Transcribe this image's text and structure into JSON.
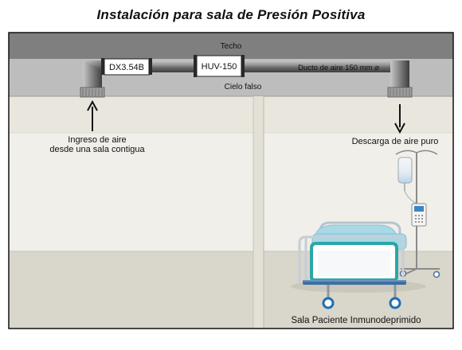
{
  "title": "Instalación para sala de Presión Positiva",
  "labels": {
    "ceiling": "Techo",
    "false_ceiling": "Cielo falso",
    "duct": "Ducto de aire 150 mm ⌀",
    "unit_dx": "DX3.54B",
    "unit_huv": "HUV-150",
    "intake_line1": "Ingreso de aire",
    "intake_line2": "desde una sala contigua",
    "discharge": "Descarga de aire puro",
    "room": "Sala Paciente Inmunodeprimido"
  },
  "colors": {
    "ceiling": "#7f7f7f",
    "false_ceiling": "#bdbdbd",
    "wall_upper": "#e9e6dd",
    "wall_middle": "#f1efe9",
    "floor": "#d9d6cc",
    "bed_frame": "#2aa7a8",
    "bed_wheel": "#1f6fb2",
    "mattress": "#a9d8e6"
  }
}
